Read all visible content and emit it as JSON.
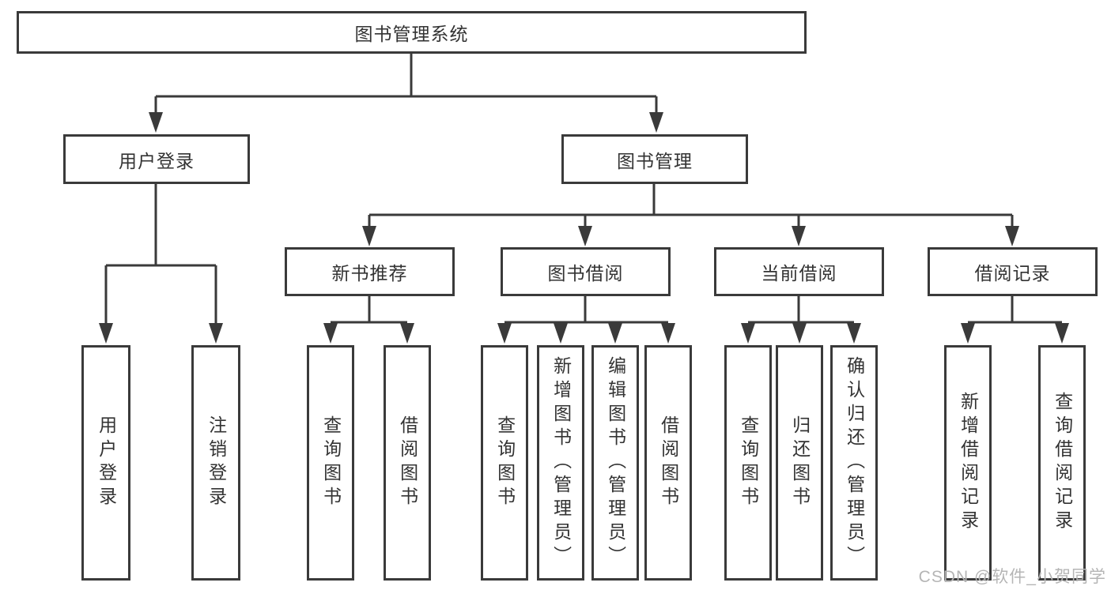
{
  "colors": {
    "line": "#3a3a3a",
    "text": "#333333",
    "background": "#ffffff",
    "watermark": "#b5b5b5"
  },
  "tree": {
    "root": {
      "label": "图书管理系统"
    },
    "level2": [
      {
        "label": "用户登录",
        "children": [
          {
            "label": "用户登录"
          },
          {
            "label": "注销登录"
          }
        ]
      },
      {
        "label": "图书管理",
        "children": [
          {
            "label": "新书推荐",
            "children": [
              {
                "label": "查询图书"
              },
              {
                "label": "借阅图书"
              }
            ]
          },
          {
            "label": "图书借阅",
            "children": [
              {
                "label": "查询图书"
              },
              {
                "label": "新增图书（管理员）"
              },
              {
                "label": "编辑图书（管理员）"
              },
              {
                "label": "借阅图书"
              }
            ]
          },
          {
            "label": "当前借阅",
            "children": [
              {
                "label": "查询图书"
              },
              {
                "label": "归还图书"
              },
              {
                "label": "确认归还（管理员）"
              }
            ]
          },
          {
            "label": "借阅记录",
            "children": [
              {
                "label": "新增借阅记录"
              },
              {
                "label": "查询借阅记录"
              }
            ]
          }
        ]
      }
    ]
  },
  "watermark": {
    "text": "CSDN @软件_小贺同学"
  }
}
